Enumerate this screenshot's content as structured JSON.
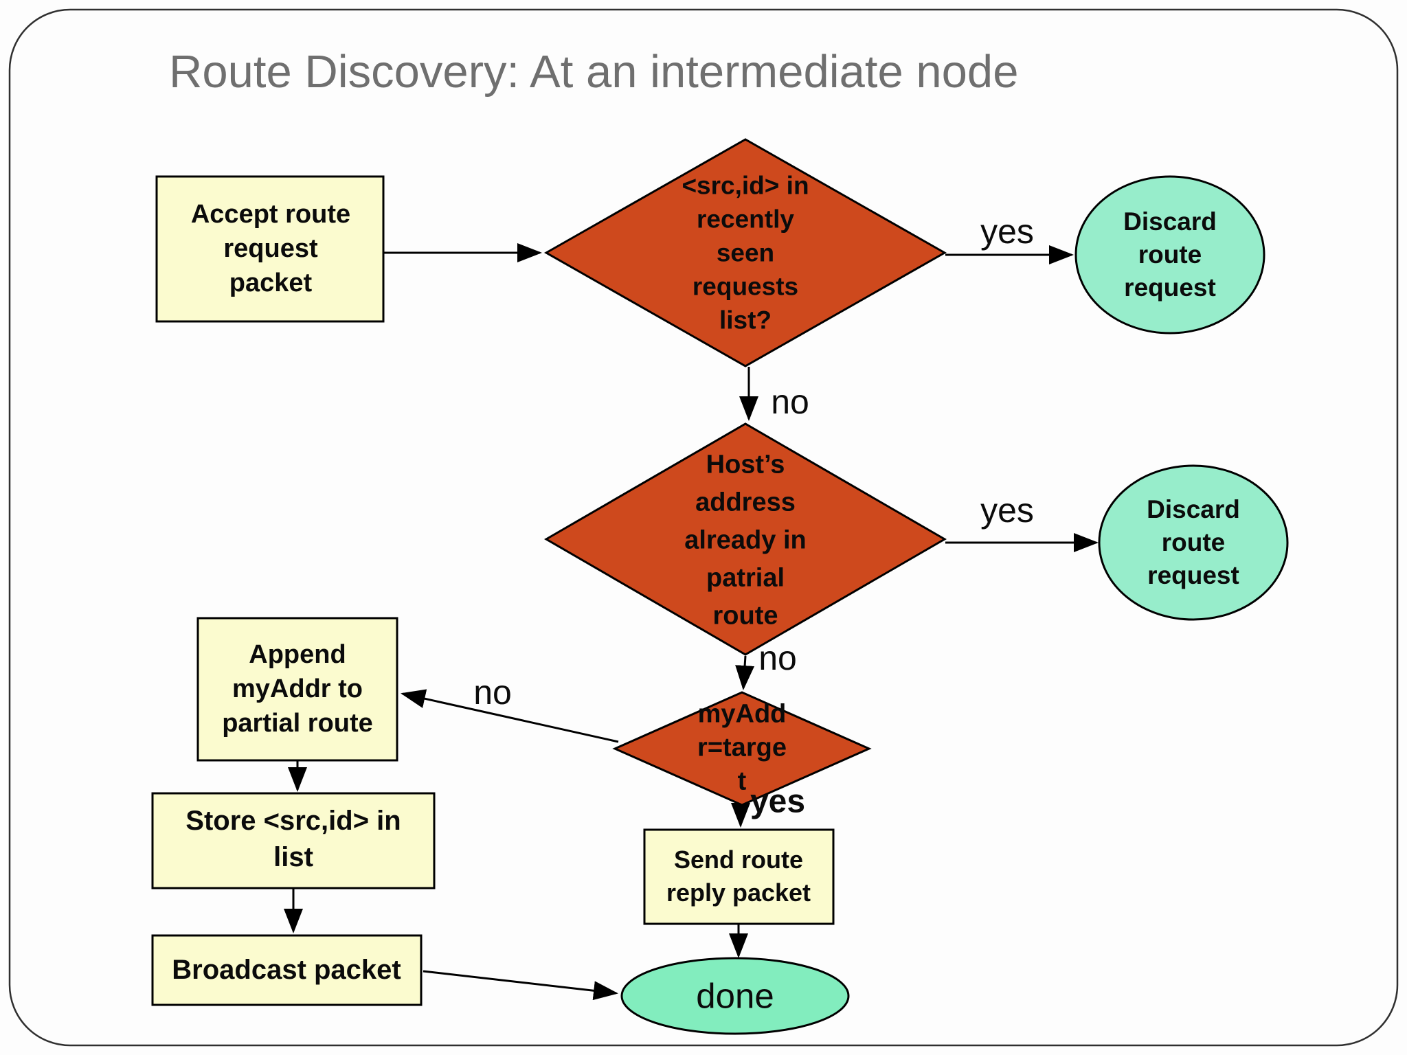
{
  "title": "Route Discovery: At an intermediate node",
  "palette": {
    "process_fill": "#FBFBCF",
    "decision_fill": "#CE491D",
    "terminal_fill": "#97EDCB",
    "done_fill": "#82EDBE",
    "stroke": "#000000",
    "title_color": "#6F6F6F"
  },
  "nodes": {
    "accept": {
      "type": "process",
      "label": "Accept route\nrequest\npacket"
    },
    "seen_check": {
      "type": "decision",
      "label": "<src,id> in\nrecently\nseen\nrequests\nlist?"
    },
    "discard1": {
      "type": "terminal",
      "label": "Discard\nroute\nrequest"
    },
    "addr_check": {
      "type": "decision",
      "label": "Host’s\naddress\nalready in\npatrial\nroute"
    },
    "discard2": {
      "type": "terminal",
      "label": "Discard\nroute\nrequest"
    },
    "target_check": {
      "type": "decision",
      "label": "myAdd\nr=targe\nt"
    },
    "append": {
      "type": "process",
      "label": "Append\nmyAddr to\npartial route"
    },
    "store": {
      "type": "process",
      "label": "Store <src,id> in\nlist"
    },
    "broadcast": {
      "type": "process",
      "label": "Broadcast packet"
    },
    "send_reply": {
      "type": "process",
      "label": "Send route\nreply packet"
    },
    "done": {
      "type": "terminal",
      "label": "done"
    }
  },
  "edge_labels": {
    "yes1": "yes",
    "no1": "no",
    "yes2": "yes",
    "no2": "no",
    "no3": "no",
    "yes3": "yes"
  }
}
